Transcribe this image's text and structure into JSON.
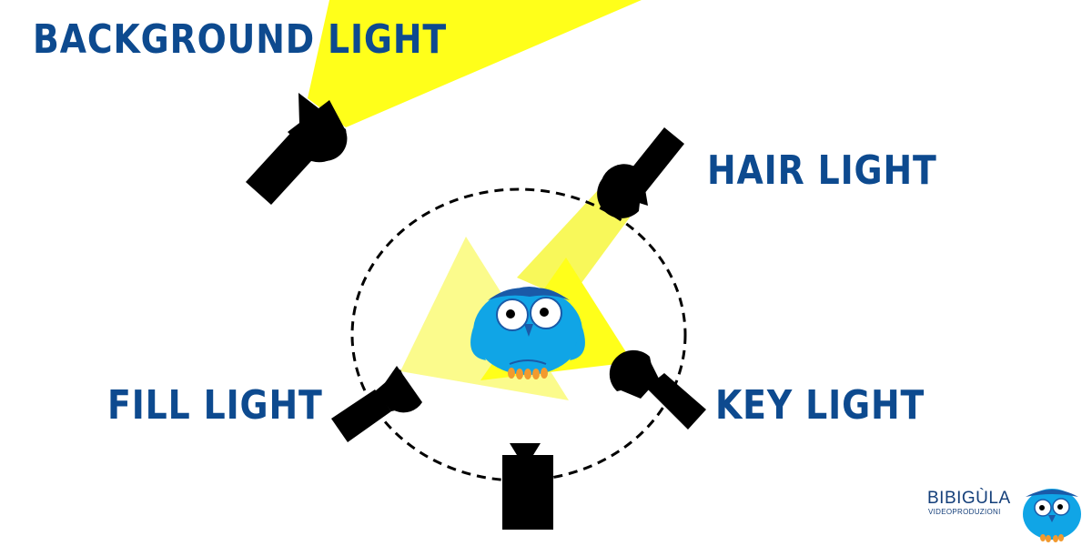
{
  "labels": {
    "background_light": "BACKGROUND LIGHT",
    "hair_light": "HAIR LIGHT",
    "fill_light": "FILL LIGHT",
    "key_light": "KEY LIGHT"
  },
  "brand": {
    "name": "BIBIGÙLA",
    "tagline": "VIDEOPRODUZIONI"
  },
  "icons": {
    "subject": "owl-mascot-icon",
    "camera": "camera-icon",
    "light": "spotlight-icon"
  },
  "colors": {
    "label_text": "#0d4a8f",
    "beam_strong": "#ffff1a",
    "beam_soft": "#fbfb8c",
    "owl_body": "#10a5e6",
    "owl_dark": "#1a5aa8",
    "fixture": "#000000"
  }
}
